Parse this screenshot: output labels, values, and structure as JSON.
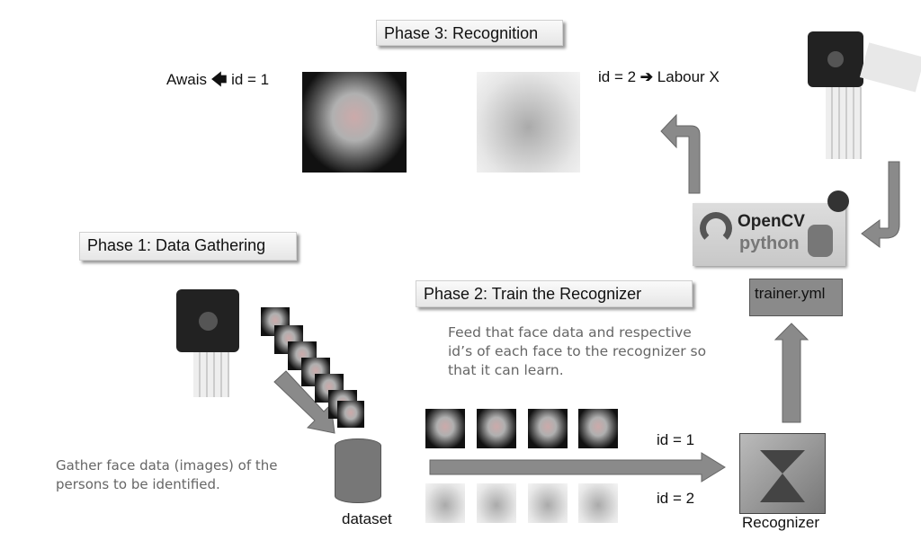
{
  "phase3": {
    "title": "Phase 3: Recognition",
    "left_name": "Awais",
    "left_id": "id = 1",
    "right_id": "id = 2",
    "right_name": "Labour X",
    "arrow_left": "🡄",
    "arrow_right": "➔"
  },
  "phase1": {
    "title": "Phase 1: Data Gathering",
    "note": "Gather face data (images) of the persons to be identified.",
    "dataset_label": "dataset"
  },
  "phase2": {
    "title": "Phase 2: Train the Recognizer",
    "note": "Feed that face data and respective id’s of each face to the recognizer so that it can learn.",
    "id1": "id = 1",
    "id2": "id = 2",
    "recognizer_label": "Recognizer"
  },
  "opencv": {
    "brand": "OpenCV",
    "sub": "python"
  },
  "trainer_file": "trainer.yml"
}
